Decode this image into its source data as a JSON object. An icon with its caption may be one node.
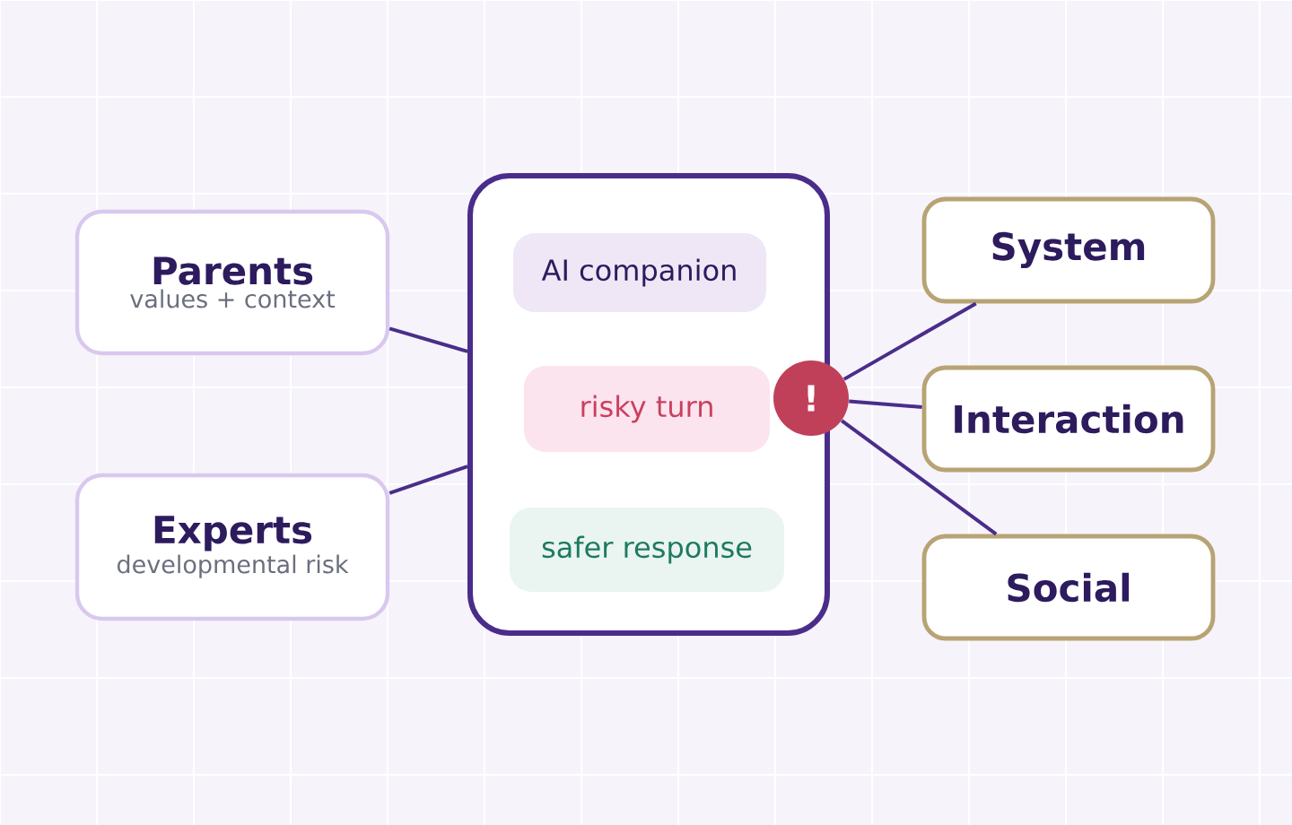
{
  "diagram": {
    "nodes": [
      {
        "text": [
          "Parents",
          "values + context"
        ]
      },
      {
        "text": [
          "Experts",
          "developmental risk"
        ]
      },
      {
        "text": [],
        "shape": "box"
      },
      {
        "text": [
          "AI companion"
        ],
        "in": 2
      },
      {
        "text": [
          "risky turn"
        ],
        "in": 2
      },
      {
        "text": [
          "safer response"
        ],
        "in": 2
      },
      {
        "text": [
          "!"
        ]
      },
      {
        "text": [
          "System"
        ]
      },
      {
        "text": [
          "Interaction"
        ]
      },
      {
        "text": [
          "Social"
        ]
      }
    ],
    "edges": [
      {
        "from": 0,
        "to": 2,
        "arrow": "none"
      },
      {
        "from": 1,
        "to": 2,
        "arrow": "none"
      },
      {
        "from": 6,
        "to": 7,
        "arrow": "none"
      },
      {
        "from": 6,
        "to": 8,
        "arrow": "none"
      },
      {
        "from": 6,
        "to": 9,
        "arrow": "none"
      }
    ]
  }
}
